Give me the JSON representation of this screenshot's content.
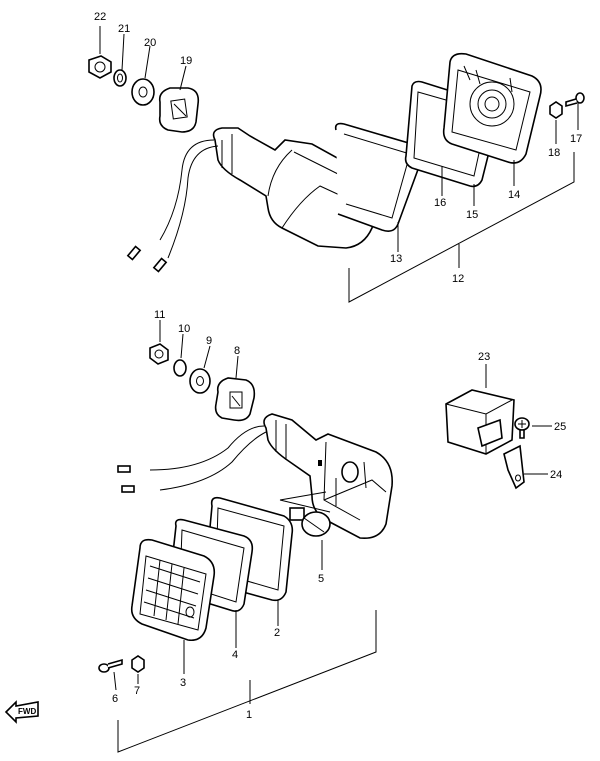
{
  "callouts": {
    "c1": "1",
    "c2": "2",
    "c3": "3",
    "c4": "4",
    "c5": "5",
    "c6": "6",
    "c7": "7",
    "c8": "8",
    "c9": "9",
    "c10": "10",
    "c11": "11",
    "c12": "12",
    "c13": "13",
    "c14": "14",
    "c15": "15",
    "c16": "16",
    "c17": "17",
    "c18": "18",
    "c19": "19",
    "c20": "20",
    "c21": "21",
    "c22": "22",
    "c23": "23",
    "c24": "24",
    "c25": "25"
  },
  "fwd_label": "FWD"
}
